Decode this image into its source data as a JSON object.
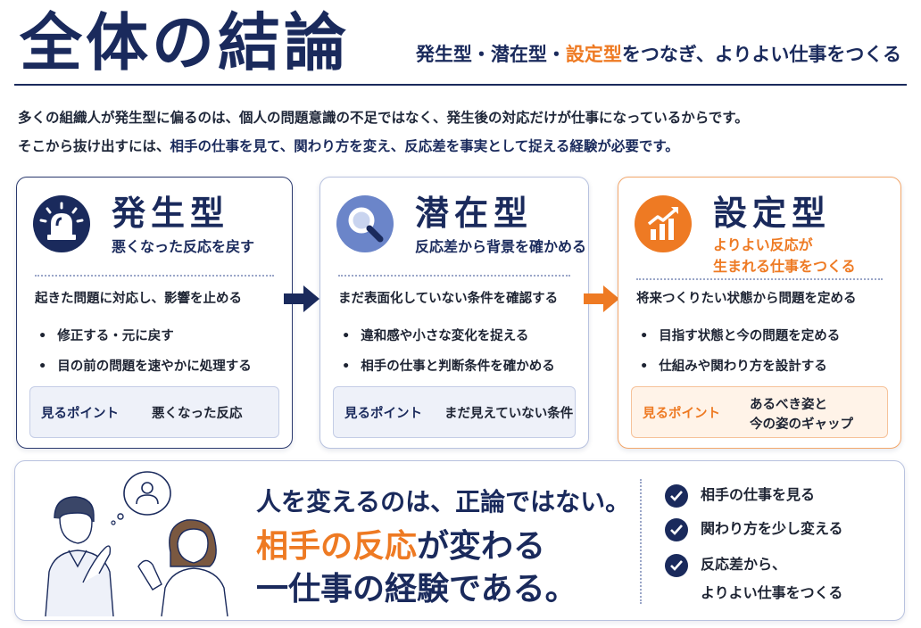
{
  "header": {
    "title": "全体の結論",
    "subtitle_parts": [
      "発生型・潜在型・",
      "設定型",
      "をつなぎ、よりよい仕事をつくる"
    ]
  },
  "intro": {
    "line1": "多くの組織人が発生型に偏るのは、個人の問題意識の不足ではなく、発生後の対応だけが仕事になっているからです。",
    "line2_parts": [
      "そこから抜け出すには、",
      "相手の仕事を見て、関わり方を変え、反応差を事実として捉える経験が必要です。"
    ]
  },
  "cards": [
    {
      "title": "発生型",
      "subtitle": "悪くなった反応を戻す",
      "lead": "起きた問題に対応し、影響を止める",
      "bullets": [
        "修正する・元に戻す",
        "目の前の問題を速やかに処理する"
      ],
      "point_label": "見るポイント",
      "point_value": "悪くなった反応",
      "icon": "siren-icon"
    },
    {
      "title": "潜在型",
      "subtitle": "反応差から背景を確かめる",
      "lead": "まだ表面化していない条件を確認する",
      "bullets": [
        "違和感や小さな変化を捉える",
        "相手の仕事と判断条件を確かめる"
      ],
      "point_label": "見るポイント",
      "point_value": "まだ見えていない条件",
      "icon": "magnifier-icon"
    },
    {
      "title": "設定型",
      "subtitle_lines": [
        "よりよい反応が",
        "生まれる仕事をつくる"
      ],
      "lead": "将来つくりたい状態から問題を定める",
      "bullets": [
        "目指す状態と今の問題を定める",
        "仕組みや関わり方を設計する"
      ],
      "point_label": "見るポイント",
      "point_value_lines": [
        "あるべき姿と",
        "今の姿のギャップ"
      ],
      "icon": "growth-chart-icon"
    }
  ],
  "bottom": {
    "line1": "人を変えるのは、正論ではない。",
    "line2_parts": [
      "相手の反応",
      "が変わる"
    ],
    "line3": "一仕事の経験である。",
    "checks": [
      "相手の仕事を見る",
      "関わり方を少し変える",
      "反応差から、",
      "よりよい仕事をつくる"
    ]
  },
  "colors": {
    "navy": "#1a2a5c",
    "orange": "#ee7a23",
    "blue": "#6b85c9"
  }
}
